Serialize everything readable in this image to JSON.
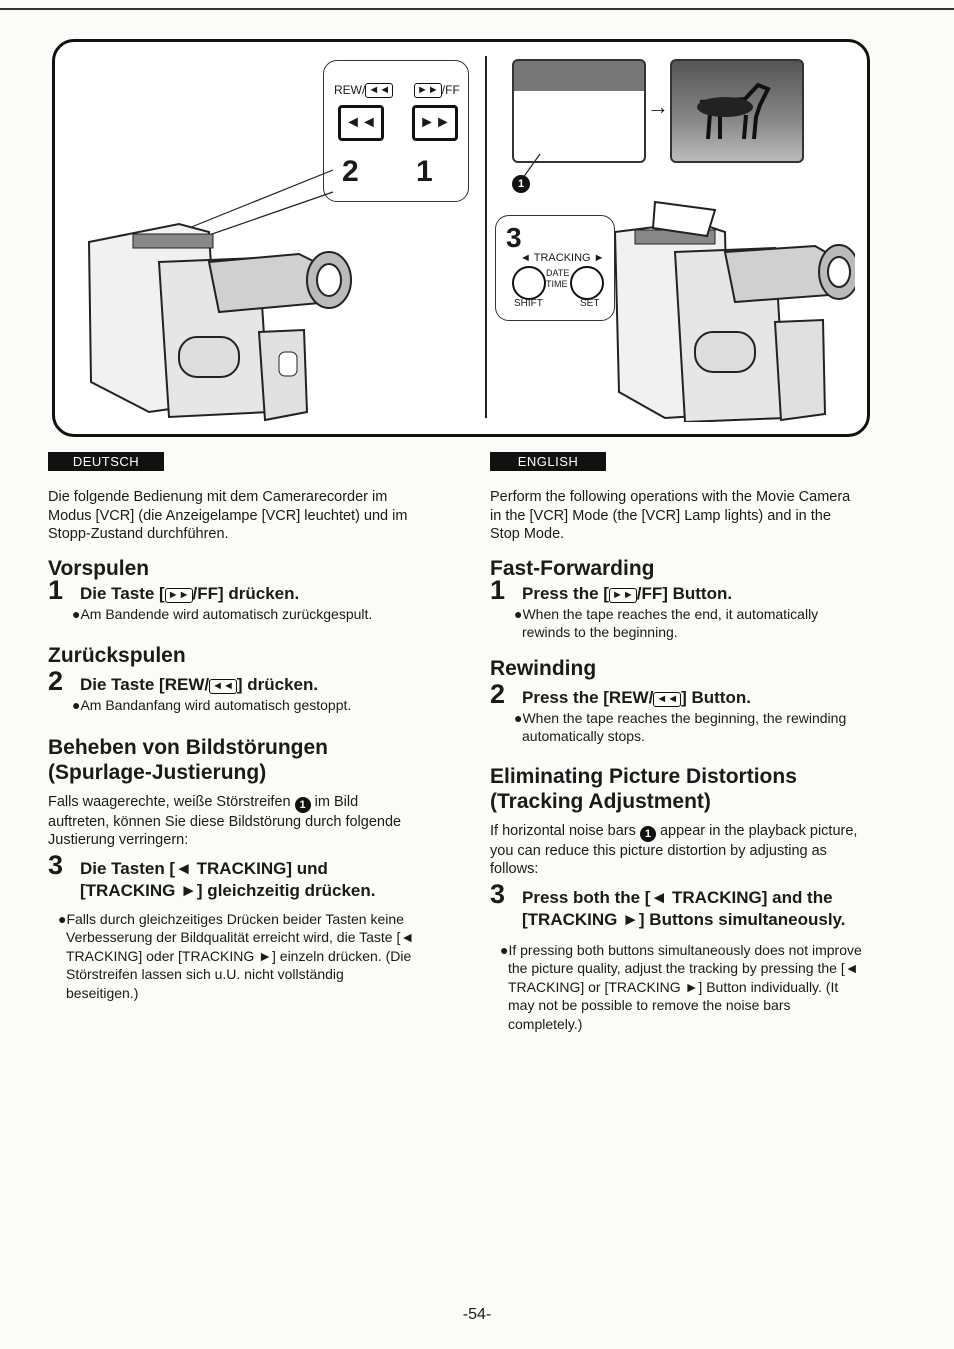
{
  "figure": {
    "callout_left": {
      "rew_label": "REW/",
      "ff_label": "/FF",
      "step_rew": "2",
      "step_ff": "1"
    },
    "callout_right": {
      "step": "3",
      "tracking_label": "◄ TRACKING ►",
      "date_label": "DATE",
      "time_label": "TIME",
      "shift_label": "SHIFT",
      "set_label": "SET"
    },
    "marker": "1"
  },
  "deutsch": {
    "lang_label": "DEUTSCH",
    "intro": "Die folgende Bedienung mit dem Camerarecorder im Modus [VCR] (die Anzeigelampe [VCR] leuchtet) und im Stopp-Zustand durchführen.",
    "h_forward": "Vorspulen",
    "step1_num": "1",
    "step1_a": "Die Taste [",
    "step1_b": "/FF] drücken.",
    "step1_note": "●Am Bandende wird automatisch zurückgespult.",
    "h_rewind": "Zurückspulen",
    "step2_num": "2",
    "step2_a": "Die Taste [REW/",
    "step2_b": "] drücken.",
    "step2_note": "●Am Bandanfang wird automatisch gestoppt.",
    "h_track": "Beheben von Bildstörungen (Spurlage-Justierung)",
    "track_intro_a": "Falls waagerechte, weiße Störstreifen",
    "track_intro_b": "im Bild auftreten, können Sie diese Bildstörung durch folgende Justierung verringern:",
    "step3_num": "3",
    "step3_text": "Die Tasten [◄ TRACKING] und [TRACKING ►] gleichzeitig drücken.",
    "step3_note": "●Falls durch gleichzeitiges Drücken beider Tasten keine Verbesserung der Bildqualität erreicht wird, die Taste [◄ TRACKING] oder [TRACKING ►] einzeln drücken. (Die Störstreifen lassen sich u.U. nicht vollständig beseitigen.)"
  },
  "english": {
    "lang_label": "ENGLISH",
    "intro": "Perform the following operations with the Movie Camera in the [VCR] Mode (the [VCR] Lamp lights) and in the Stop Mode.",
    "h_forward": "Fast-Forwarding",
    "step1_num": "1",
    "step1_a": "Press the [",
    "step1_b": "/FF] Button.",
    "step1_note": "●When the tape reaches the end, it automatically rewinds to the beginning.",
    "h_rewind": "Rewinding",
    "step2_num": "2",
    "step2_a": "Press the [REW/",
    "step2_b": "] Button.",
    "step2_note": "●When the tape reaches the beginning, the rewinding automatically stops.",
    "h_track": "Eliminating Picture Distortions (Tracking Adjustment)",
    "track_intro_a": "If horizontal noise bars",
    "track_intro_b": "appear in the playback picture, you can reduce this picture distortion by adjusting as follows:",
    "step3_num": "3",
    "step3_text": "Press both the [◄ TRACKING] and the [TRACKING ►] Buttons simultaneously.",
    "step3_note": "●If pressing both buttons simultaneously does not improve the picture quality, adjust the tracking by pressing the [◄ TRACKING] or [TRACKING ►] Button individually. (It may not be possible to remove the noise bars completely.)"
  },
  "page_number": "-54-"
}
